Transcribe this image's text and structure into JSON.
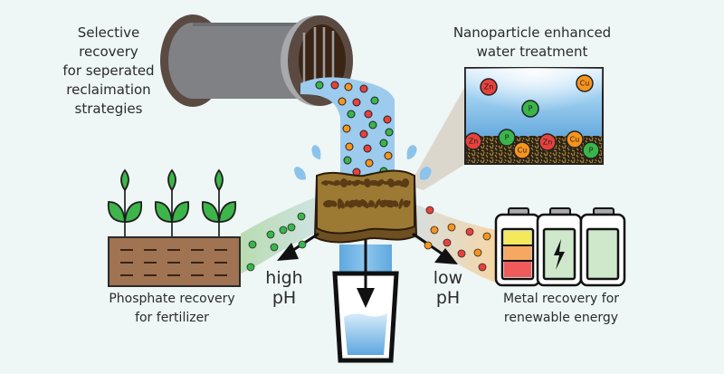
{
  "labels": {
    "top_left": [
      "Selective",
      "recovery",
      "for seperated",
      "reclaimation",
      "strategies"
    ],
    "top_right": [
      "Nanoparticle enhanced",
      "water treatment"
    ],
    "phosphate": [
      "Phosphate recovery",
      "for fertilizer"
    ],
    "metal": [
      "Metal recovery for",
      "renewable energy"
    ],
    "high_ph": [
      "high",
      "pH"
    ],
    "low_ph": [
      "low",
      "pH"
    ]
  },
  "nanoparticles": {
    "suspended": [
      {
        "label": "Zn",
        "kind": "zinc"
      },
      {
        "label": "Cu",
        "kind": "copper"
      },
      {
        "label": "P",
        "kind": "phosphate"
      }
    ],
    "adsorbed": [
      {
        "label": "Zn",
        "kind": "zinc"
      },
      {
        "label": "P",
        "kind": "phosphate"
      },
      {
        "label": "Cu",
        "kind": "copper"
      },
      {
        "label": "Zn",
        "kind": "zinc"
      },
      {
        "label": "Cu",
        "kind": "copper"
      },
      {
        "label": "P",
        "kind": "phosphate"
      }
    ]
  },
  "battery": {
    "levels": [
      "yellow",
      "orange",
      "red"
    ],
    "middle_icon": "lightning-bolt-icon"
  },
  "colors": {
    "background": "#eef6f6",
    "zinc": "#e8413c",
    "copper": "#f7941d",
    "phosphate": "#39b54a",
    "water": "#9dcbee",
    "sponge": "#9c7a33",
    "soil": "#a07352",
    "leaf": "#3db54a",
    "pipe": "#808184",
    "pipe_rim": "#5a4a42"
  }
}
